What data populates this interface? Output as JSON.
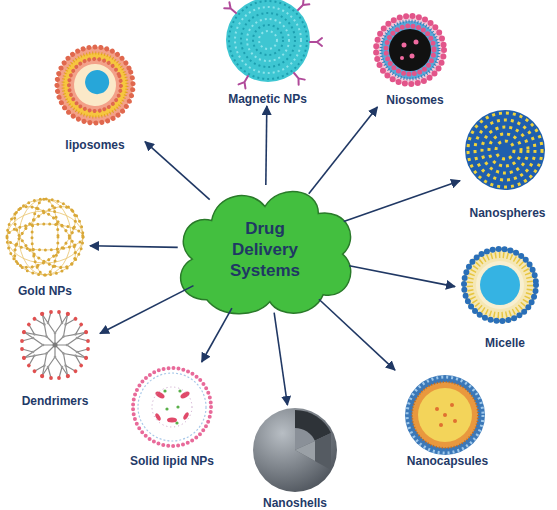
{
  "diagram": {
    "nodes": [
      {
        "text": [
          "Drug Delivery Systems"
        ]
      },
      {
        "text": [
          "Magnetic NPs"
        ]
      },
      {
        "text": [
          "Niosomes"
        ]
      },
      {
        "text": [
          "Nanospheres"
        ]
      },
      {
        "text": [
          "Micelle"
        ]
      },
      {
        "text": [
          "Nanocapsules"
        ]
      },
      {
        "text": [
          "Nanoshells"
        ]
      },
      {
        "text": [
          "Solid lipid NPs"
        ]
      },
      {
        "text": [
          "Dendrimers"
        ]
      },
      {
        "text": [
          "Gold NPs"
        ]
      },
      {
        "text": [
          "liposomes"
        ]
      }
    ],
    "edges": [
      {
        "from": 0,
        "to": 1,
        "arrow": "to"
      },
      {
        "from": 0,
        "to": 2,
        "arrow": "to"
      },
      {
        "from": 0,
        "to": 3,
        "arrow": "to"
      },
      {
        "from": 0,
        "to": 4,
        "arrow": "to"
      },
      {
        "from": 0,
        "to": 5,
        "arrow": "to"
      },
      {
        "from": 0,
        "to": 6,
        "arrow": "to"
      },
      {
        "from": 0,
        "to": 7,
        "arrow": "to"
      },
      {
        "from": 0,
        "to": 8,
        "arrow": "to"
      },
      {
        "from": 0,
        "to": 9,
        "arrow": "to"
      },
      {
        "from": 0,
        "to": 10,
        "arrow": "to"
      }
    ]
  }
}
